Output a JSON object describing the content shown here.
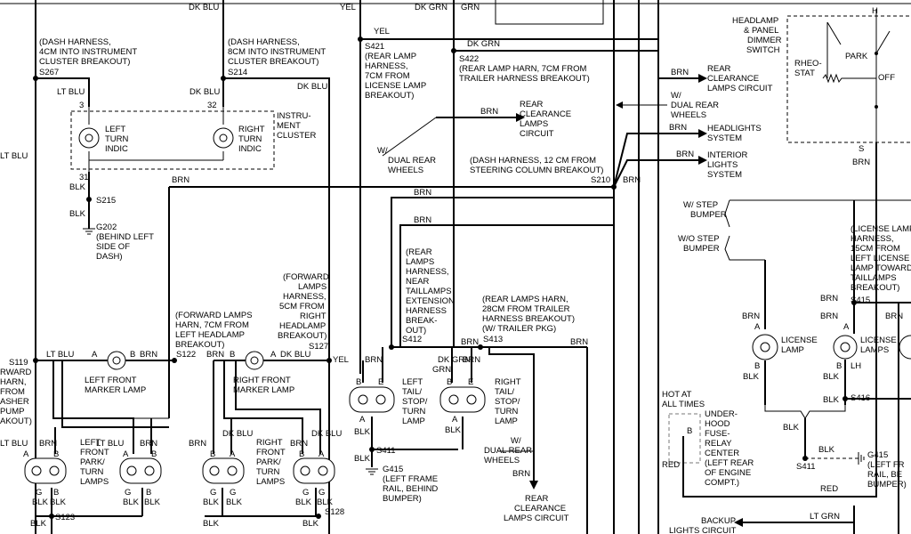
{
  "wires": {
    "lt_blu": "LT BLU",
    "dk_blu": "DK BLU",
    "yel": "YEL",
    "dk_grn": "DK GRN",
    "brn": "BRN",
    "blk": "BLK",
    "red": "RED",
    "lt_grn": "LT GRN",
    "grn": "GRN"
  },
  "splices": {
    "s267": "S267",
    "s214": "S214",
    "s421": "S421",
    "s422": "S422",
    "s215": "S215",
    "s210": "S210",
    "s412": "S412",
    "s413": "S413",
    "s119": "S119",
    "s122": "S122",
    "s127": "S127",
    "s411": "S411",
    "s415": "S415",
    "s416": "S416",
    "s123": "S123",
    "s128": "S128",
    "s": "S"
  },
  "grounds": {
    "g202": "G202",
    "g415": "G415"
  },
  "pins": {
    "p3": "3",
    "p32": "32",
    "p31": "31",
    "a": "A",
    "b": "B",
    "e": "E",
    "g": "G",
    "lh": "LH",
    "h": "H"
  },
  "notes": {
    "s267_note": [
      "(DASH HARNESS,",
      "4CM INTO INSTRUMENT",
      "CLUSTER BREAKOUT)"
    ],
    "s214_note": [
      "(DASH HARNESS,",
      "8CM INTO INSTRUMENT",
      "CLUSTER BREAKOUT)"
    ],
    "s421_note": [
      "(REAR LAMP",
      "HARNESS,",
      "7CM FROM",
      "LICENSE LAMP",
      "BREAKOUT)"
    ],
    "s422_note": [
      "(REAR LAMP HARN, 7CM FROM",
      "TRAILER HARNESS BREAKOUT)"
    ],
    "g202_note": [
      "(BEHIND LEFT",
      "SIDE OF",
      "DASH)"
    ],
    "s210_note": [
      "(DASH HARNESS, 12 CM FROM",
      "STEERING COLUMN BREAKOUT)"
    ],
    "s412_note": [
      "(REAR",
      "LAMPS",
      "HARNESS,",
      "NEAR",
      "TAILLAMPS",
      "EXTENSION",
      "HARNESS",
      "BREAK-",
      "OUT)"
    ],
    "s413_note": [
      "(REAR LAMPS HARN,",
      "28CM FROM TRAILER",
      "HARNESS BREAKOUT)",
      "(W/ TRAILER PKG)"
    ],
    "s127_note": [
      "(FORWARD",
      "LAMPS",
      "HARNESS,",
      "5CM FROM",
      "RIGHT",
      "HEADLAMP",
      "BREAKOUT)"
    ],
    "s122_note": [
      "(FORWARD LAMPS",
      "HARN, 7CM FROM",
      "LEFT HEADLAMP",
      "BREAKOUT)"
    ],
    "s119_note": [
      "RWARD",
      "HARN,",
      "FROM",
      "ASHER",
      "PUMP",
      "AKOUT)"
    ],
    "g415_note": [
      "(LEFT FRAME",
      "RAIL, BEHIND",
      "BUMPER)"
    ],
    "s415_note": [
      "(LICENSE LAMP",
      "HARNESS,",
      "15CM FROM",
      "LEFT LICENSE",
      "LAMP TOWARD",
      "TAILLAMPS",
      "BREAKOUT)"
    ],
    "g415r_note": [
      "(LEFT FR",
      "RAIL, BE",
      "BUMPER)"
    ],
    "fuse_note": [
      "(LEFT REAR",
      "OF ENGINE",
      "COMPT.)"
    ]
  },
  "components": {
    "left_turn_indic": [
      "LEFT",
      "TURN",
      "INDIC"
    ],
    "right_turn_indic": [
      "RIGHT",
      "TURN",
      "INDIC"
    ],
    "instrument_cluster": [
      "INSTRU-",
      "MENT",
      "CLUSTER"
    ],
    "left_front_marker": [
      "LEFT FRONT",
      "MARKER LAMP"
    ],
    "right_front_marker": [
      "RIGHT FRONT",
      "MARKER LAMP"
    ],
    "left_front_park": [
      "LEFT",
      "FRONT",
      "PARK/",
      "TURN",
      "LAMPS"
    ],
    "right_front_park": [
      "RIGHT",
      "FRONT",
      "PARK/",
      "TURN",
      "LAMPS"
    ],
    "left_tail": [
      "LEFT",
      "TAIL/",
      "STOP/",
      "TURN",
      "LAMP"
    ],
    "right_tail": [
      "RIGHT",
      "TAIL/",
      "STOP/",
      "TURN",
      "LAMP"
    ],
    "license_lamp": [
      "LICENSE",
      "LAMP"
    ],
    "license_lamps": [
      "LICENSE",
      "LAMPS"
    ],
    "rear_clearance_top": [
      "REAR",
      "CLEARANCE",
      "LAMPS CIRCUIT"
    ],
    "rear_clearance_mid": [
      "REAR",
      "CLEARANCE",
      "LAMPS",
      "CIRCUIT"
    ],
    "rear_clearance_bottom": [
      "REAR",
      "CLEARANCE",
      "LAMPS CIRCUIT"
    ],
    "headlights_system": [
      "HEADLIGHTS",
      "SYSTEM"
    ],
    "interior_lights": [
      "INTERIOR",
      "LIGHTS",
      "SYSTEM"
    ],
    "backup_lights": [
      "BACKUP",
      "LIGHTS CIRCUIT"
    ],
    "headlamp_switch": [
      "HEADLAMP",
      "& PANEL",
      "DIMMER",
      "SWITCH"
    ],
    "rheo_stat": [
      "RHEO-",
      "STAT"
    ],
    "park": "PARK",
    "off": "OFF",
    "fuse_relay": [
      "UNDER-",
      "HOOD",
      "FUSE-",
      "RELAY",
      "CENTER"
    ],
    "hot_at_all_times": [
      "HOT AT",
      "ALL TIMES"
    ]
  },
  "options": {
    "dual_rear_wheels_top": [
      "W/",
      "DUAL REAR",
      "WHEELS"
    ],
    "dual_rear_wheels_mid": [
      "W/",
      "DUAL REAR",
      "WHEELS"
    ],
    "dual_rear_wheels_bottom": [
      "W/",
      "DUAL REAR",
      "WHEELS"
    ],
    "with_step_bumper": [
      "W/ STEP",
      "BUMPER"
    ],
    "without_step_bumper": [
      "W/O STEP",
      "BUMPER"
    ]
  }
}
